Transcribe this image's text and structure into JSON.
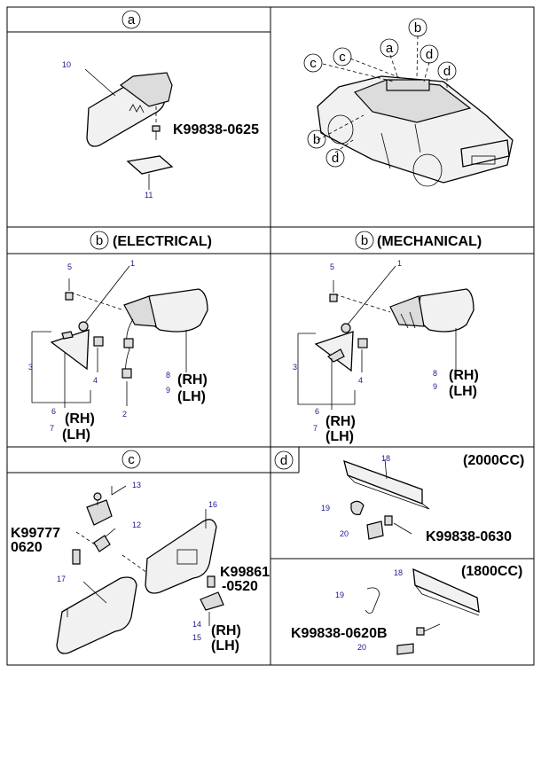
{
  "sections": {
    "a": {
      "letter": "a"
    },
    "b_electrical": {
      "letter": "b",
      "label": "(ELECTRICAL)"
    },
    "b_mechanical": {
      "letter": "b",
      "label": "(MECHANICAL)"
    },
    "c": {
      "letter": "c"
    },
    "d": {
      "letter": "d"
    }
  },
  "car_callouts": [
    "c",
    "c",
    "a",
    "b",
    "d",
    "d",
    "b",
    "d"
  ],
  "part_numbers": {
    "a_screw": "K99838-0625",
    "d_2000_screw": "K99838-0630",
    "d_1800_screw": "K99838-0620B",
    "c_screw_left_line1": "K99777",
    "c_screw_left_line2": "0620",
    "c_screw_right_line1": "K99861",
    "c_screw_right_line2": "-0520"
  },
  "variants": {
    "d_top": "(2000CC)",
    "d_bottom": "(1800CC)"
  },
  "side": {
    "rh": "(RH)",
    "lh": "(LH)"
  },
  "refs": {
    "a": [
      "10",
      "11"
    ],
    "be": [
      "5",
      "1",
      "3",
      "4",
      "6",
      "7",
      "2",
      "8",
      "9"
    ],
    "bm": [
      "5",
      "1",
      "3",
      "4",
      "6",
      "7",
      "8",
      "9"
    ],
    "c": [
      "13",
      "12",
      "16",
      "17",
      "14",
      "15"
    ],
    "d2000": [
      "18",
      "19",
      "20"
    ],
    "d1800": [
      "18",
      "19",
      "20"
    ]
  }
}
